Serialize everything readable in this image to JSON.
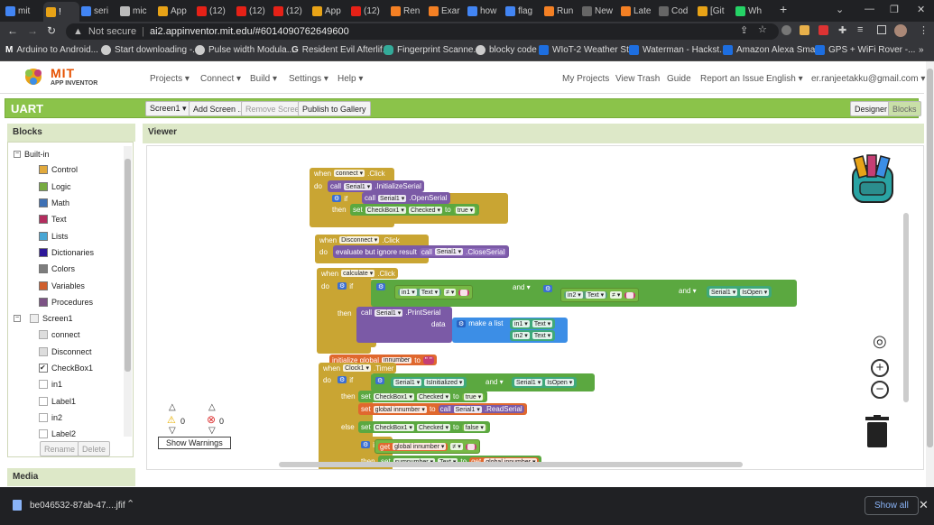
{
  "browser": {
    "tabs": [
      {
        "label": "mit",
        "color": "#4285f4"
      },
      {
        "label": "! ",
        "color": "#e8a317"
      },
      {
        "label": "seri",
        "color": "#4285f4"
      },
      {
        "label": "mic",
        "color": "#bbbbbb"
      },
      {
        "label": "App",
        "color": "#e8a317"
      },
      {
        "label": "(12)",
        "color": "#e62117"
      },
      {
        "label": "(12)",
        "color": "#e62117"
      },
      {
        "label": "(12)",
        "color": "#e62117"
      },
      {
        "label": "App",
        "color": "#e8a317"
      },
      {
        "label": "(12)",
        "color": "#e62117"
      },
      {
        "label": "Ren",
        "color": "#f48024"
      },
      {
        "label": "Exar",
        "color": "#f48024"
      },
      {
        "label": "how",
        "color": "#4285f4"
      },
      {
        "label": "flag",
        "color": "#4285f4"
      },
      {
        "label": "Run",
        "color": "#f48024"
      },
      {
        "label": "New",
        "color": "#666666"
      },
      {
        "label": "Late",
        "color": "#f48024"
      },
      {
        "label": "Cod",
        "color": "#666666"
      },
      {
        "label": "[Git",
        "color": "#e8a317"
      },
      {
        "label": "Wh",
        "color": "#25d366"
      }
    ],
    "new_tab": "+",
    "not_secure": "Not secure",
    "url": "ai2.appinventor.mit.edu/#6014090762649600",
    "bookmarks": [
      "Arduino to Android...",
      "Start downloading -...",
      "Pulse width Modula...",
      "Resident Evil Afterlif...",
      "Fingerprint Scanne...",
      "blocky code",
      "WIoT-2 Weather St...",
      "Waterman - Hackst...",
      "Amazon Alexa Sma...",
      "GPS + WiFi Rover -..."
    ]
  },
  "app": {
    "logo_top": "MIT",
    "logo_bottom": "APP INVENTOR",
    "menu": [
      "Projects ▾",
      "Connect ▾",
      "Build ▾",
      "Settings ▾",
      "Help ▾"
    ],
    "right_menu": [
      "My Projects",
      "View Trash",
      "Guide",
      "Report an Issue",
      "English ▾",
      "er.ranjeetakku@gmail.com ▾"
    ],
    "project_name": "UART",
    "toolbar": {
      "screen": "Screen1 ▾",
      "add_screen": "Add Screen ...",
      "remove_screen": "Remove Screen",
      "publish": "Publish to Gallery",
      "designer": "Designer",
      "blocks": "Blocks"
    }
  },
  "blocks_panel": {
    "title": "Blocks",
    "builtin": "Built-in",
    "items": [
      {
        "label": "Control",
        "color": "#e1a93c"
      },
      {
        "label": "Logic",
        "color": "#77ab41"
      },
      {
        "label": "Math",
        "color": "#3f71b5"
      },
      {
        "label": "Text",
        "color": "#b32d5e"
      },
      {
        "label": "Lists",
        "color": "#49a6d4"
      },
      {
        "label": "Dictionaries",
        "color": "#2d1799"
      },
      {
        "label": "Colors",
        "color": "#7d7d7d"
      },
      {
        "label": "Variables",
        "color": "#d05f2d"
      },
      {
        "label": "Procedures",
        "color": "#7c5385"
      }
    ],
    "screen": "Screen1",
    "components": [
      "connect",
      "Disconnect",
      "CheckBox1",
      "in1",
      "Label1",
      "in2",
      "Label2"
    ],
    "rename": "Rename",
    "delete": "Delete",
    "media": "Media"
  },
  "viewer": {
    "title": "Viewer",
    "warnings_count": "0",
    "errors_count": "0",
    "show_warnings": "Show Warnings",
    "b1": {
      "when": "when",
      "comp": "connect ▾",
      "evt": ".Click",
      "do": "do",
      "call": "call",
      "serial": "Serial1 ▾",
      "method": ".InitializeSerial",
      "if": "if",
      "call2": "call",
      "method2": ".OpenSerial",
      "then": "then",
      "set": "set",
      "cb": "CheckBox1 ▾",
      "checked": "Checked ▾",
      "to": "to",
      "true": "true ▾"
    },
    "b2": {
      "when": "when",
      "comp": "Disconnect ▾",
      "evt": ".Click",
      "do": "do",
      "eval": "evaluate but ignore result",
      "call": "call",
      "serial": "Serial1 ▾",
      "method": ".CloseSerial"
    },
    "b3": {
      "when": "when",
      "comp": "calculate ▾",
      "evt": ".Click",
      "do": "do",
      "if": "if",
      "in1": "in1 ▾",
      "text": "Text ▾",
      "neq": "≠ ▾",
      "and": "and ▾",
      "in2": "in2 ▾",
      "text2": "Text ▾",
      "neq2": "≠ ▾",
      "and2": "and ▾",
      "serial": "Serial1 ▾",
      "isopen": "IsOpen ▾",
      "then": "then",
      "call": "call",
      "method": ".PrintSerial",
      "data": "data",
      "makelist": "make a list",
      "li1": "in1 ▾",
      "lt1": "Text ▾",
      "li2": "in2 ▾",
      "lt2": "Text ▾"
    },
    "b4": {
      "init": "initialize global",
      "name": "innumber",
      "to": "to",
      "str": "\" \""
    },
    "b5": {
      "when": "when",
      "comp": "Clock1 ▾",
      "evt": ".Timer",
      "do": "do",
      "if": "if",
      "serial": "Serial1 ▾",
      "isinit": "IsInitialized ▾",
      "and": "and ▾",
      "serial2": "Serial1 ▾",
      "isopen": "IsOpen ▾",
      "then": "then",
      "set": "set",
      "cb": "CheckBox1 ▾",
      "checked": "Checked ▾",
      "to": "to",
      "true": "true ▾",
      "set2": "set",
      "gvar": "global innumber ▾",
      "to2": "to",
      "call": "call",
      "serial3": "Serial1 ▾",
      "read": ".ReadSerial",
      "else": "else",
      "set3": "set",
      "cb2": "CheckBox1 ▾",
      "checked2": "Checked ▾",
      "to3": "to",
      "false": "false ▾",
      "if2": "if",
      "get": "get",
      "gvar2": "global innumber ▾",
      "neq": "≠ ▾",
      "then2": "then",
      "set4": "set",
      "sumnumber": "sumnumber ▾",
      "text": "Text ▾",
      "to4": "to",
      "get2": "get",
      "gvar3": "global innumber ▾"
    }
  },
  "download": {
    "file": "be046532-87ab-47....jfif",
    "show_all": "Show all"
  }
}
